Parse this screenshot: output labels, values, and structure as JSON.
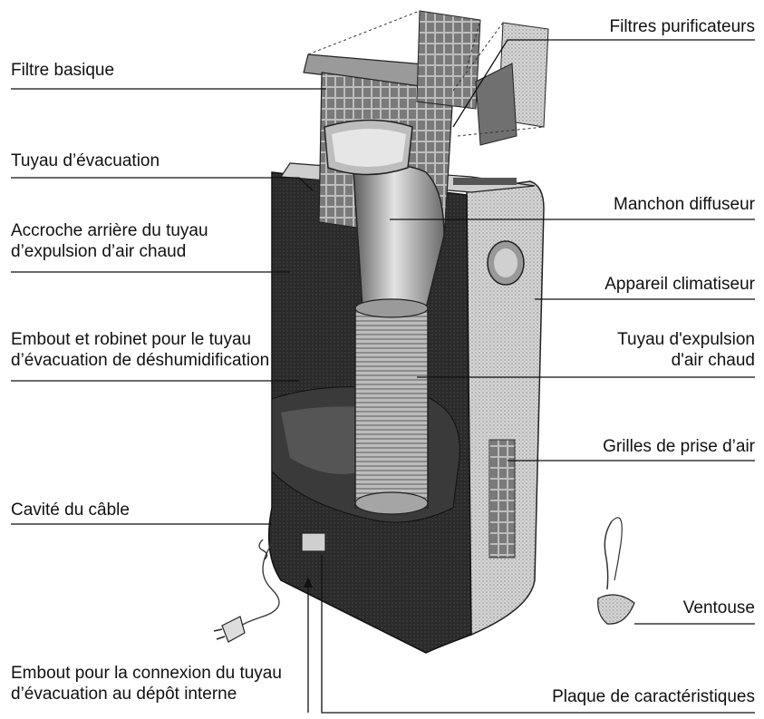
{
  "diagram": {
    "labels_left": [
      {
        "id": "filtre-basique",
        "lines": [
          "Filtre basique"
        ]
      },
      {
        "id": "tuyau-evacuation",
        "lines": [
          "Tuyau d’évacuation"
        ]
      },
      {
        "id": "accroche-arriere",
        "lines": [
          "Accroche arrière du tuyau",
          "d’expulsion d’air chaud"
        ]
      },
      {
        "id": "embout-robinet",
        "lines": [
          "Embout et robinet pour le tuyau",
          "d’évacuation de déshumidification"
        ]
      },
      {
        "id": "cavite-cable",
        "lines": [
          "Cavité du câble"
        ]
      },
      {
        "id": "embout-connexion",
        "lines": [
          "Embout pour la connexion du tuyau",
          "d’évacuation au dépôt interne"
        ]
      }
    ],
    "labels_right": [
      {
        "id": "filtres-purificateurs",
        "lines": [
          "Filtres purificateurs"
        ]
      },
      {
        "id": "manchon-diffuseur",
        "lines": [
          "Manchon diffuseur"
        ]
      },
      {
        "id": "appareil-climatiseur",
        "lines": [
          "Appareil climatiseur"
        ]
      },
      {
        "id": "tuyau-expulsion",
        "lines": [
          "Tuyau d'expulsion",
          "d'air chaud"
        ]
      },
      {
        "id": "grilles-prise-air",
        "lines": [
          "Grilles de prise d’air"
        ]
      },
      {
        "id": "ventouse",
        "lines": [
          "Ventouse"
        ]
      },
      {
        "id": "plaque-caracteristiques",
        "lines": [
          "Plaque de caractéristiques"
        ]
      }
    ]
  }
}
